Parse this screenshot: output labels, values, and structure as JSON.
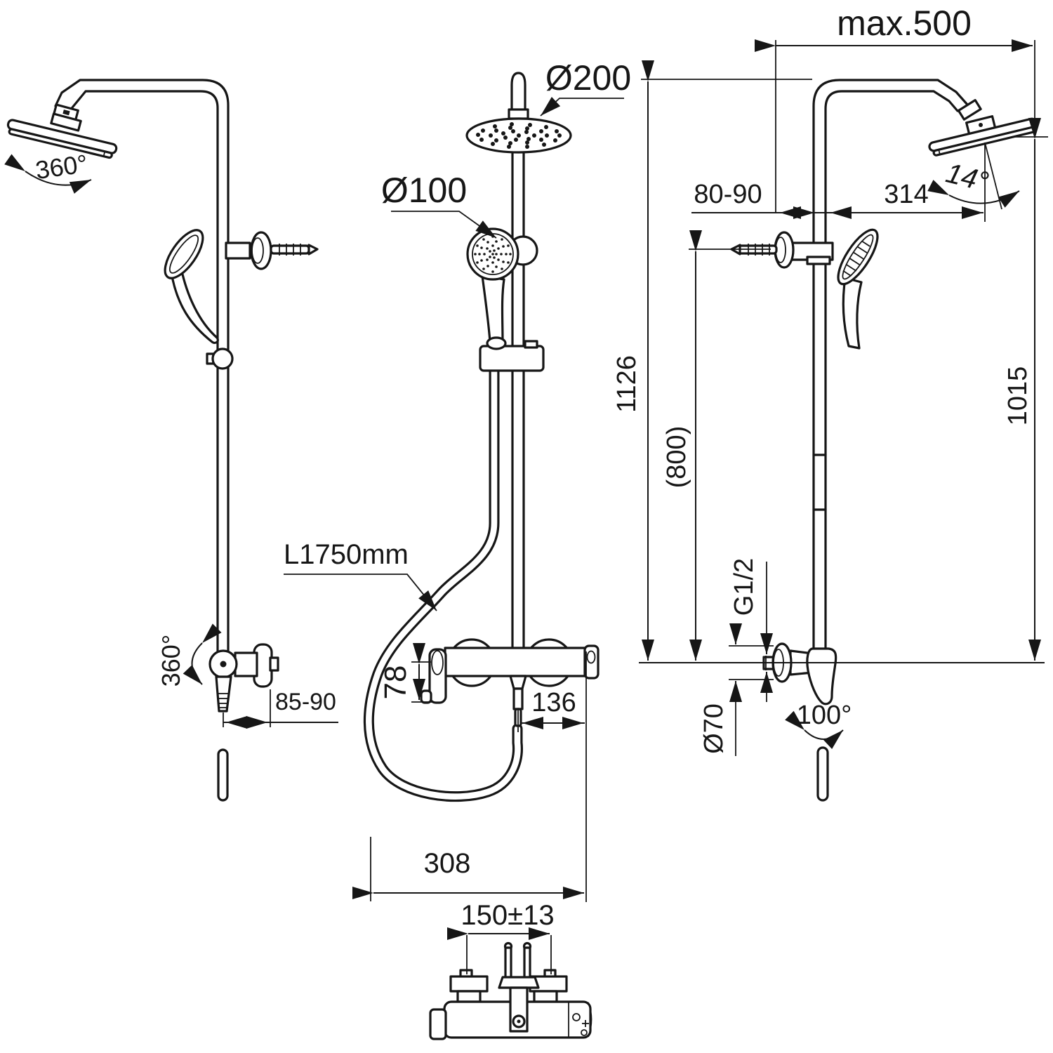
{
  "meta": {
    "type": "technical-drawing",
    "subject": "shower column installation dimensions"
  },
  "colors": {
    "line": "#161616",
    "background": "#ffffff"
  },
  "labels": {
    "left": {
      "rotation_head": "360°",
      "rotation_mixer": "360°",
      "wall_distance": "85-90"
    },
    "front": {
      "head_diameter": "Ø200",
      "hand_shower_diameter": "Ø100",
      "hose_length": "L1750mm",
      "mixer_drop": "78",
      "outlet_offset": "136",
      "mixer_width": "308"
    },
    "side": {
      "max_width": "max.500",
      "wall_clearance": "80-90",
      "arm_reach": "314",
      "head_tilt": "14°",
      "total_height": "1126",
      "rail_height": "(800)",
      "head_height": "1015",
      "thread_size": "G1/2",
      "rosette_diameter": "Ø70",
      "lever_swing": "100°"
    },
    "detail": {
      "inlet_spacing": "150±13"
    }
  }
}
